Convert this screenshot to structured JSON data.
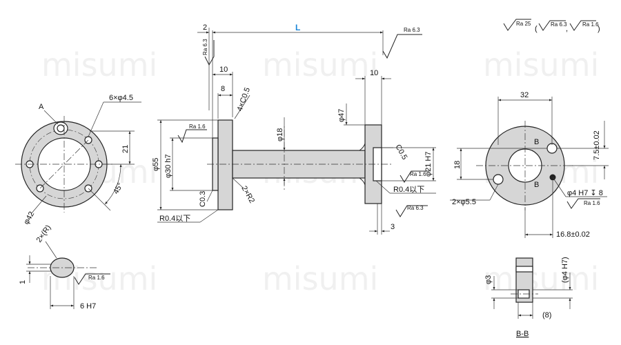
{
  "colors": {
    "accent": "#1a86d8",
    "part": "#d6d6d6",
    "watermark": "#cccccc"
  },
  "watermark": "misumi",
  "surface": {
    "general": "Ra 25",
    "alt1": "Ra 6.3",
    "alt2": "Ra 1.6",
    "paren_open": "(",
    "paren_close": ")",
    "sep": ","
  },
  "left_view": {
    "label_A": "A",
    "holes": "6×φ4.5",
    "dim_21": "21",
    "angle": "45°",
    "pcd": "φ42"
  },
  "detail": {
    "r_label": "2×(R)",
    "dim_1": "1",
    "ra": "Ra 1.6",
    "slot": "6 H7"
  },
  "side_view": {
    "dim_2": "2",
    "L": "L",
    "ra_top": "Ra 6.3",
    "ra_v": "Ra 6.3",
    "dim_10a": "10",
    "dim_8": "8",
    "chamfer": "4×C0.5",
    "ra_left": "Ra 1.6",
    "phi55": "φ55",
    "phi30": "φ30 h7",
    "phi18": "φ18",
    "phi47": "φ47",
    "dim_10b": "10",
    "c05": "C0.5",
    "phi21": "φ21 H7",
    "ra_mid": "Ra 1.6",
    "r04r": "R0.4以下",
    "two_r2": "2×R2",
    "c03": "C0.3",
    "r04l": "R0.4以下",
    "ra_bot": "Ra 6.3",
    "dim_3": "3"
  },
  "right_view": {
    "dim_32": "32",
    "dim_75": "7.5±0.02",
    "dim_18": "18",
    "label_b1": "B",
    "label_b2": "B",
    "pin": "φ4 H7 ↧ 8",
    "ra": "Ra 1.6",
    "holes": "2×φ5.5",
    "dim_168": "16.8±0.02"
  },
  "section": {
    "phi3": "φ3",
    "phi4": "(φ4 H7)",
    "dim_8": "(8)",
    "label": "B-B"
  }
}
